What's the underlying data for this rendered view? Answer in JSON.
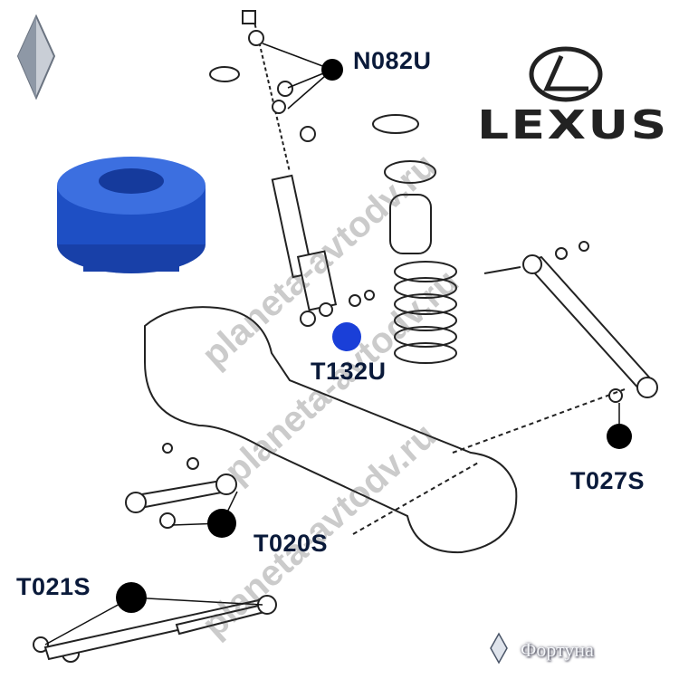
{
  "brand": {
    "logo_text": "LEXUS",
    "footer_logo_text": "Фортуна"
  },
  "watermark": [
    "planeta-avtodv.ru",
    "planeta-avtodv.ru",
    "planeta-avtodv.ru"
  ],
  "parts": [
    {
      "code": "N082U",
      "highlighted": false
    },
    {
      "code": "T132U",
      "highlighted": true
    },
    {
      "code": "T027S",
      "highlighted": false
    },
    {
      "code": "T020S",
      "highlighted": false
    },
    {
      "code": "T021S",
      "highlighted": false
    }
  ],
  "colors": {
    "bushing": "#1e4fc4",
    "highlight": "#1a3fd8",
    "marker": "#000000",
    "label": "#0a1a3a"
  }
}
